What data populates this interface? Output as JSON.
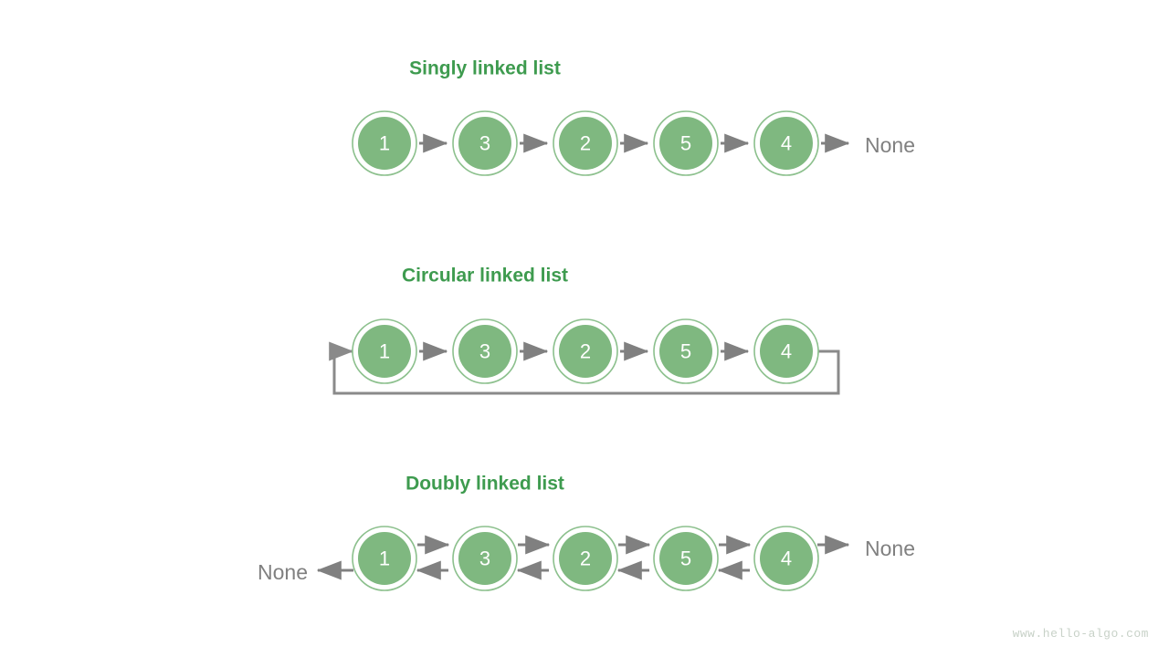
{
  "diagram": {
    "title_color": "#3e9b4f",
    "node_fill_color": "#7fb880",
    "node_ring_color": "#8cc08d",
    "arrow_color": "#808080",
    "node_label_color": "#ffffff",
    "none_label_color": "#808080",
    "background_color": "#ffffff"
  },
  "sections": [
    {
      "id": "singly",
      "title": "Singly linked list",
      "nodes": [
        "1",
        "3",
        "2",
        "5",
        "4"
      ],
      "tail_label": "None",
      "head_label": null,
      "circular": false,
      "doubly": false
    },
    {
      "id": "circular",
      "title": "Circular linked list",
      "nodes": [
        "1",
        "3",
        "2",
        "5",
        "4"
      ],
      "tail_label": null,
      "head_label": null,
      "circular": true,
      "doubly": false
    },
    {
      "id": "doubly",
      "title": "Doubly linked list",
      "nodes": [
        "1",
        "3",
        "2",
        "5",
        "4"
      ],
      "tail_label": "None",
      "head_label": "None",
      "circular": false,
      "doubly": true
    }
  ],
  "watermark": "www.hello-algo.com"
}
